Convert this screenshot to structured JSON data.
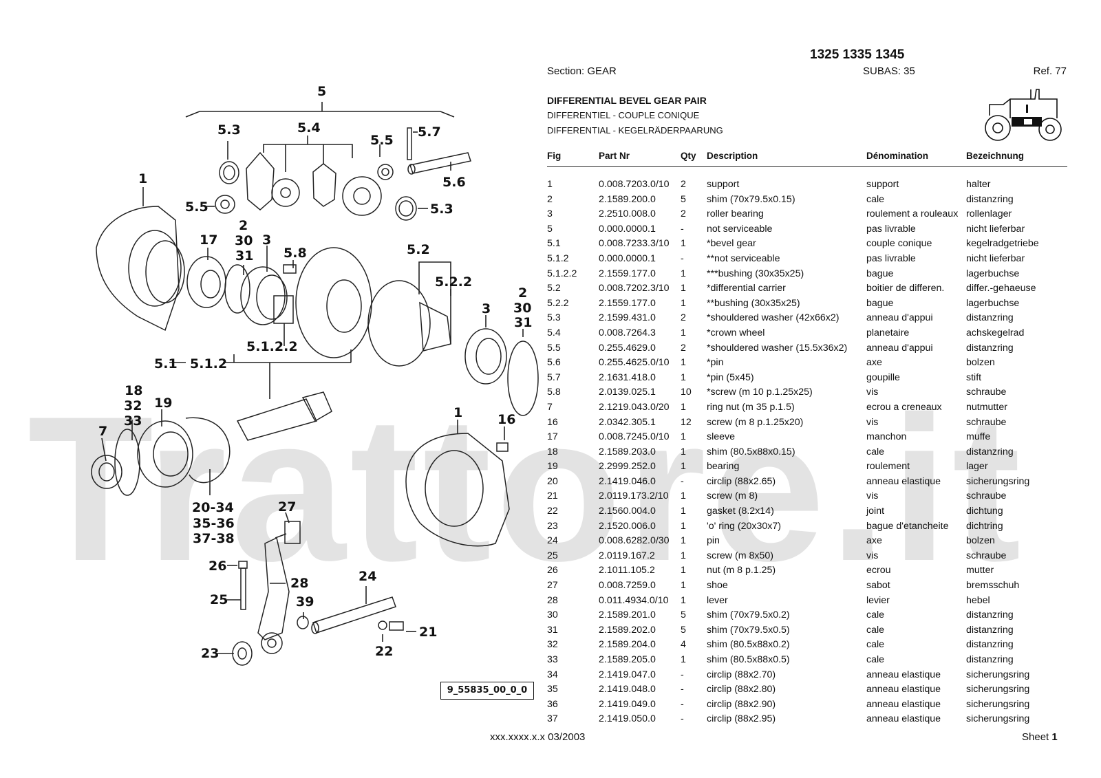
{
  "watermark": "Trattore.it",
  "header": {
    "models": "1325 1335 1345",
    "section": "Section: GEAR",
    "subas": "SUBAS: 35",
    "ref": "Ref. 77"
  },
  "titles": {
    "en": "DIFFERENTIAL BEVEL GEAR PAIR",
    "fr": "DIFFERENTIEL - COUPLE CONIQUE",
    "de": "DIFFERENTIAL - KEGELRÄDERPAARUNG"
  },
  "table": {
    "headers": {
      "fig": "Fig",
      "part": "Part Nr",
      "qty": "Qty",
      "desc": "Description",
      "denom": "Dénomination",
      "bez": "Bezeichnung"
    },
    "rows": [
      {
        "fig": "1",
        "part": "0.008.7203.0/10",
        "qty": "2",
        "desc": "support",
        "denom": "support",
        "bez": "halter"
      },
      {
        "fig": "2",
        "part": "2.1589.200.0",
        "qty": "5",
        "desc": "shim (70x79.5x0.15)",
        "denom": "cale",
        "bez": "distanzring"
      },
      {
        "fig": "3",
        "part": "2.2510.008.0",
        "qty": "2",
        "desc": "roller bearing",
        "denom": "roulement a rouleaux",
        "bez": "rollenlager"
      },
      {
        "fig": "5",
        "part": "0.000.0000.1",
        "qty": "-",
        "desc": "not serviceable",
        "denom": "pas livrable",
        "bez": "nicht lieferbar"
      },
      {
        "fig": "5.1",
        "part": "0.008.7233.3/10",
        "qty": "1",
        "desc": "*bevel gear",
        "denom": "couple conique",
        "bez": "kegelradgetriebe"
      },
      {
        "fig": "5.1.2",
        "part": "0.000.0000.1",
        "qty": "-",
        "desc": "**not serviceable",
        "denom": "pas livrable",
        "bez": "nicht lieferbar"
      },
      {
        "fig": "5.1.2.2",
        "part": "2.1559.177.0",
        "qty": "1",
        "desc": "***bushing (30x35x25)",
        "denom": "bague",
        "bez": "lagerbuchse"
      },
      {
        "fig": "5.2",
        "part": "0.008.7202.3/10",
        "qty": "1",
        "desc": "*differential carrier",
        "denom": "boitier de differen.",
        "bez": "differ.-gehaeuse"
      },
      {
        "fig": "5.2.2",
        "part": "2.1559.177.0",
        "qty": "1",
        "desc": "**bushing (30x35x25)",
        "denom": "bague",
        "bez": "lagerbuchse"
      },
      {
        "fig": "5.3",
        "part": "2.1599.431.0",
        "qty": "2",
        "desc": "*shouldered washer (42x66x2)",
        "denom": "anneau d'appui",
        "bez": "distanzring"
      },
      {
        "fig": "5.4",
        "part": "0.008.7264.3",
        "qty": "1",
        "desc": "*crown wheel",
        "denom": "planetaire",
        "bez": "achskegelrad"
      },
      {
        "fig": "5.5",
        "part": "0.255.4629.0",
        "qty": "2",
        "desc": "*shouldered washer (15.5x36x2)",
        "denom": "anneau d'appui",
        "bez": "distanzring"
      },
      {
        "fig": "5.6",
        "part": "0.255.4625.0/10",
        "qty": "1",
        "desc": "*pin",
        "denom": "axe",
        "bez": "bolzen"
      },
      {
        "fig": "5.7",
        "part": "2.1631.418.0",
        "qty": "1",
        "desc": "*pin (5x45)",
        "denom": "goupille",
        "bez": "stift"
      },
      {
        "fig": "5.8",
        "part": "2.0139.025.1",
        "qty": "10",
        "desc": "*screw (m 10 p.1.25x25)",
        "denom": "vis",
        "bez": "schraube"
      },
      {
        "fig": "7",
        "part": "2.1219.043.0/20",
        "qty": "1",
        "desc": "ring nut (m 35 p.1.5)",
        "denom": "ecrou a creneaux",
        "bez": "nutmutter"
      },
      {
        "fig": "16",
        "part": "2.0342.305.1",
        "qty": "12",
        "desc": "screw (m 8 p.1.25x20)",
        "denom": "vis",
        "bez": "schraube"
      },
      {
        "fig": "17",
        "part": "0.008.7245.0/10",
        "qty": "1",
        "desc": "sleeve",
        "denom": "manchon",
        "bez": "muffe"
      },
      {
        "fig": "18",
        "part": "2.1589.203.0",
        "qty": "1",
        "desc": "shim (80.5x88x0.15)",
        "denom": "cale",
        "bez": "distanzring"
      },
      {
        "fig": "19",
        "part": "2.2999.252.0",
        "qty": "1",
        "desc": "bearing",
        "denom": "roulement",
        "bez": "lager"
      },
      {
        "fig": "20",
        "part": "2.1419.046.0",
        "qty": "-",
        "desc": "circlip (88x2.65)",
        "denom": "anneau elastique",
        "bez": "sicherungsring"
      },
      {
        "fig": "21",
        "part": "2.0119.173.2/10",
        "qty": "1",
        "desc": "screw (m 8)",
        "denom": "vis",
        "bez": "schraube"
      },
      {
        "fig": "22",
        "part": "2.1560.004.0",
        "qty": "1",
        "desc": "gasket (8.2x14)",
        "denom": "joint",
        "bez": "dichtung"
      },
      {
        "fig": "23",
        "part": "2.1520.006.0",
        "qty": "1",
        "desc": "'o' ring (20x30x7)",
        "denom": "bague d'etancheite",
        "bez": "dichtring"
      },
      {
        "fig": "24",
        "part": "0.008.6282.0/30",
        "qty": "1",
        "desc": "pin",
        "denom": "axe",
        "bez": "bolzen"
      },
      {
        "fig": "25",
        "part": "2.0119.167.2",
        "qty": "1",
        "desc": "screw (m 8x50)",
        "denom": "vis",
        "bez": "schraube"
      },
      {
        "fig": "26",
        "part": "2.1011.105.2",
        "qty": "1",
        "desc": "nut (m 8 p.1.25)",
        "denom": "ecrou",
        "bez": "mutter"
      },
      {
        "fig": "27",
        "part": "0.008.7259.0",
        "qty": "1",
        "desc": "shoe",
        "denom": "sabot",
        "bez": "bremsschuh"
      },
      {
        "fig": "28",
        "part": "0.011.4934.0/10",
        "qty": "1",
        "desc": "lever",
        "denom": "levier",
        "bez": "hebel"
      },
      {
        "fig": "30",
        "part": "2.1589.201.0",
        "qty": "5",
        "desc": "shim (70x79.5x0.2)",
        "denom": "cale",
        "bez": "distanzring"
      },
      {
        "fig": "31",
        "part": "2.1589.202.0",
        "qty": "5",
        "desc": "shim (70x79.5x0.5)",
        "denom": "cale",
        "bez": "distanzring"
      },
      {
        "fig": "32",
        "part": "2.1589.204.0",
        "qty": "4",
        "desc": "shim (80.5x88x0.2)",
        "denom": "cale",
        "bez": "distanzring"
      },
      {
        "fig": "33",
        "part": "2.1589.205.0",
        "qty": "1",
        "desc": "shim (80.5x88x0.5)",
        "denom": "cale",
        "bez": "distanzring"
      },
      {
        "fig": "34",
        "part": "2.1419.047.0",
        "qty": "-",
        "desc": "circlip (88x2.70)",
        "denom": "anneau elastique",
        "bez": "sicherungsring"
      },
      {
        "fig": "35",
        "part": "2.1419.048.0",
        "qty": "-",
        "desc": "circlip (88x2.80)",
        "denom": "anneau elastique",
        "bez": "sicherungsring"
      },
      {
        "fig": "36",
        "part": "2.1419.049.0",
        "qty": "-",
        "desc": "circlip (88x2.90)",
        "denom": "anneau elastique",
        "bez": "sicherungsring"
      },
      {
        "fig": "37",
        "part": "2.1419.050.0",
        "qty": "-",
        "desc": "circlip (88x2.95)",
        "denom": "anneau elastique",
        "bez": "sicherungsring"
      }
    ]
  },
  "diagram": {
    "labels": {
      "l5": "5",
      "l53a": "5.3",
      "l54": "5.4",
      "l55a": "5.5",
      "l57": "5.7",
      "l56": "5.6",
      "l55b": "5.5",
      "l53b": "5.3",
      "l1a": "1",
      "l17": "17",
      "l2a": "2",
      "l30a": "30",
      "l31a": "31",
      "l3a": "3",
      "l58": "5.8",
      "l52": "5.2",
      "l522": "5.2.2",
      "l3b": "3",
      "l2b": "2",
      "l30b": "30",
      "l31b": "31",
      "l5122": "5.1.2.2",
      "l51": "5.1",
      "l512": "5.1.2",
      "l18": "18",
      "l32": "32",
      "l33": "33",
      "l19": "19",
      "l7": "7",
      "l1b": "1",
      "l16": "16",
      "l2034": "20-34",
      "l3536": "35-36",
      "l3738": "37-38",
      "l27": "27",
      "l26": "26",
      "l28": "28",
      "l25": "25",
      "l39": "39",
      "l24": "24",
      "l21": "21",
      "l22": "22",
      "l23": "23"
    },
    "reference_code": "9_55835_00_0_0"
  },
  "footer": {
    "code": "xxx.xxxx.x.x  03/2003",
    "sheet_label": "Sheet",
    "sheet_number": "1"
  }
}
